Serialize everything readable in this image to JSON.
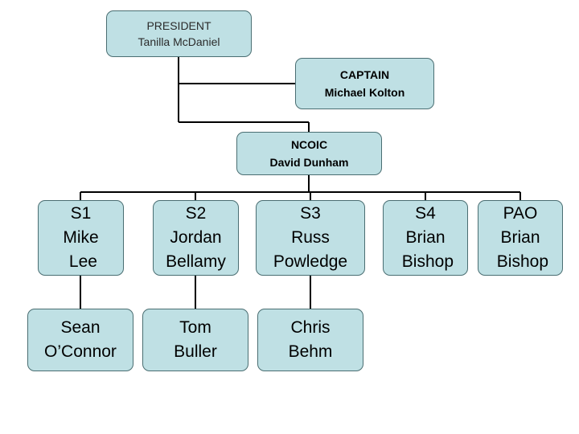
{
  "org_chart": {
    "president": {
      "title": "PRESIDENT",
      "name": "Tanilla McDaniel"
    },
    "captain": {
      "title": "CAPTAIN",
      "name": "Michael Kolton"
    },
    "ncoic": {
      "title": "NCOIC",
      "name": "David Dunham"
    },
    "sections": [
      {
        "title": "S1",
        "line1": "Mike",
        "line2": " Lee"
      },
      {
        "title": "S2",
        "line1": "Jordan",
        "line2": "Bellamy"
      },
      {
        "title": "S3",
        "line1": "Russ",
        "line2": "Powledge"
      },
      {
        "title": "S4",
        "line1": "Brian",
        "line2": " Bishop"
      },
      {
        "title": "PAO",
        "line1": "Brian",
        "line2": " Bishop"
      }
    ],
    "subordinates": [
      {
        "line1": "Sean",
        "line2": "O’Connor"
      },
      {
        "line1": "Tom",
        "line2": "Buller"
      },
      {
        "line1": "Chris",
        "line2": "Behm"
      }
    ]
  },
  "colors": {
    "box_fill": "#bfe0e4",
    "box_border": "#4a6e72",
    "connector": "#000000"
  }
}
